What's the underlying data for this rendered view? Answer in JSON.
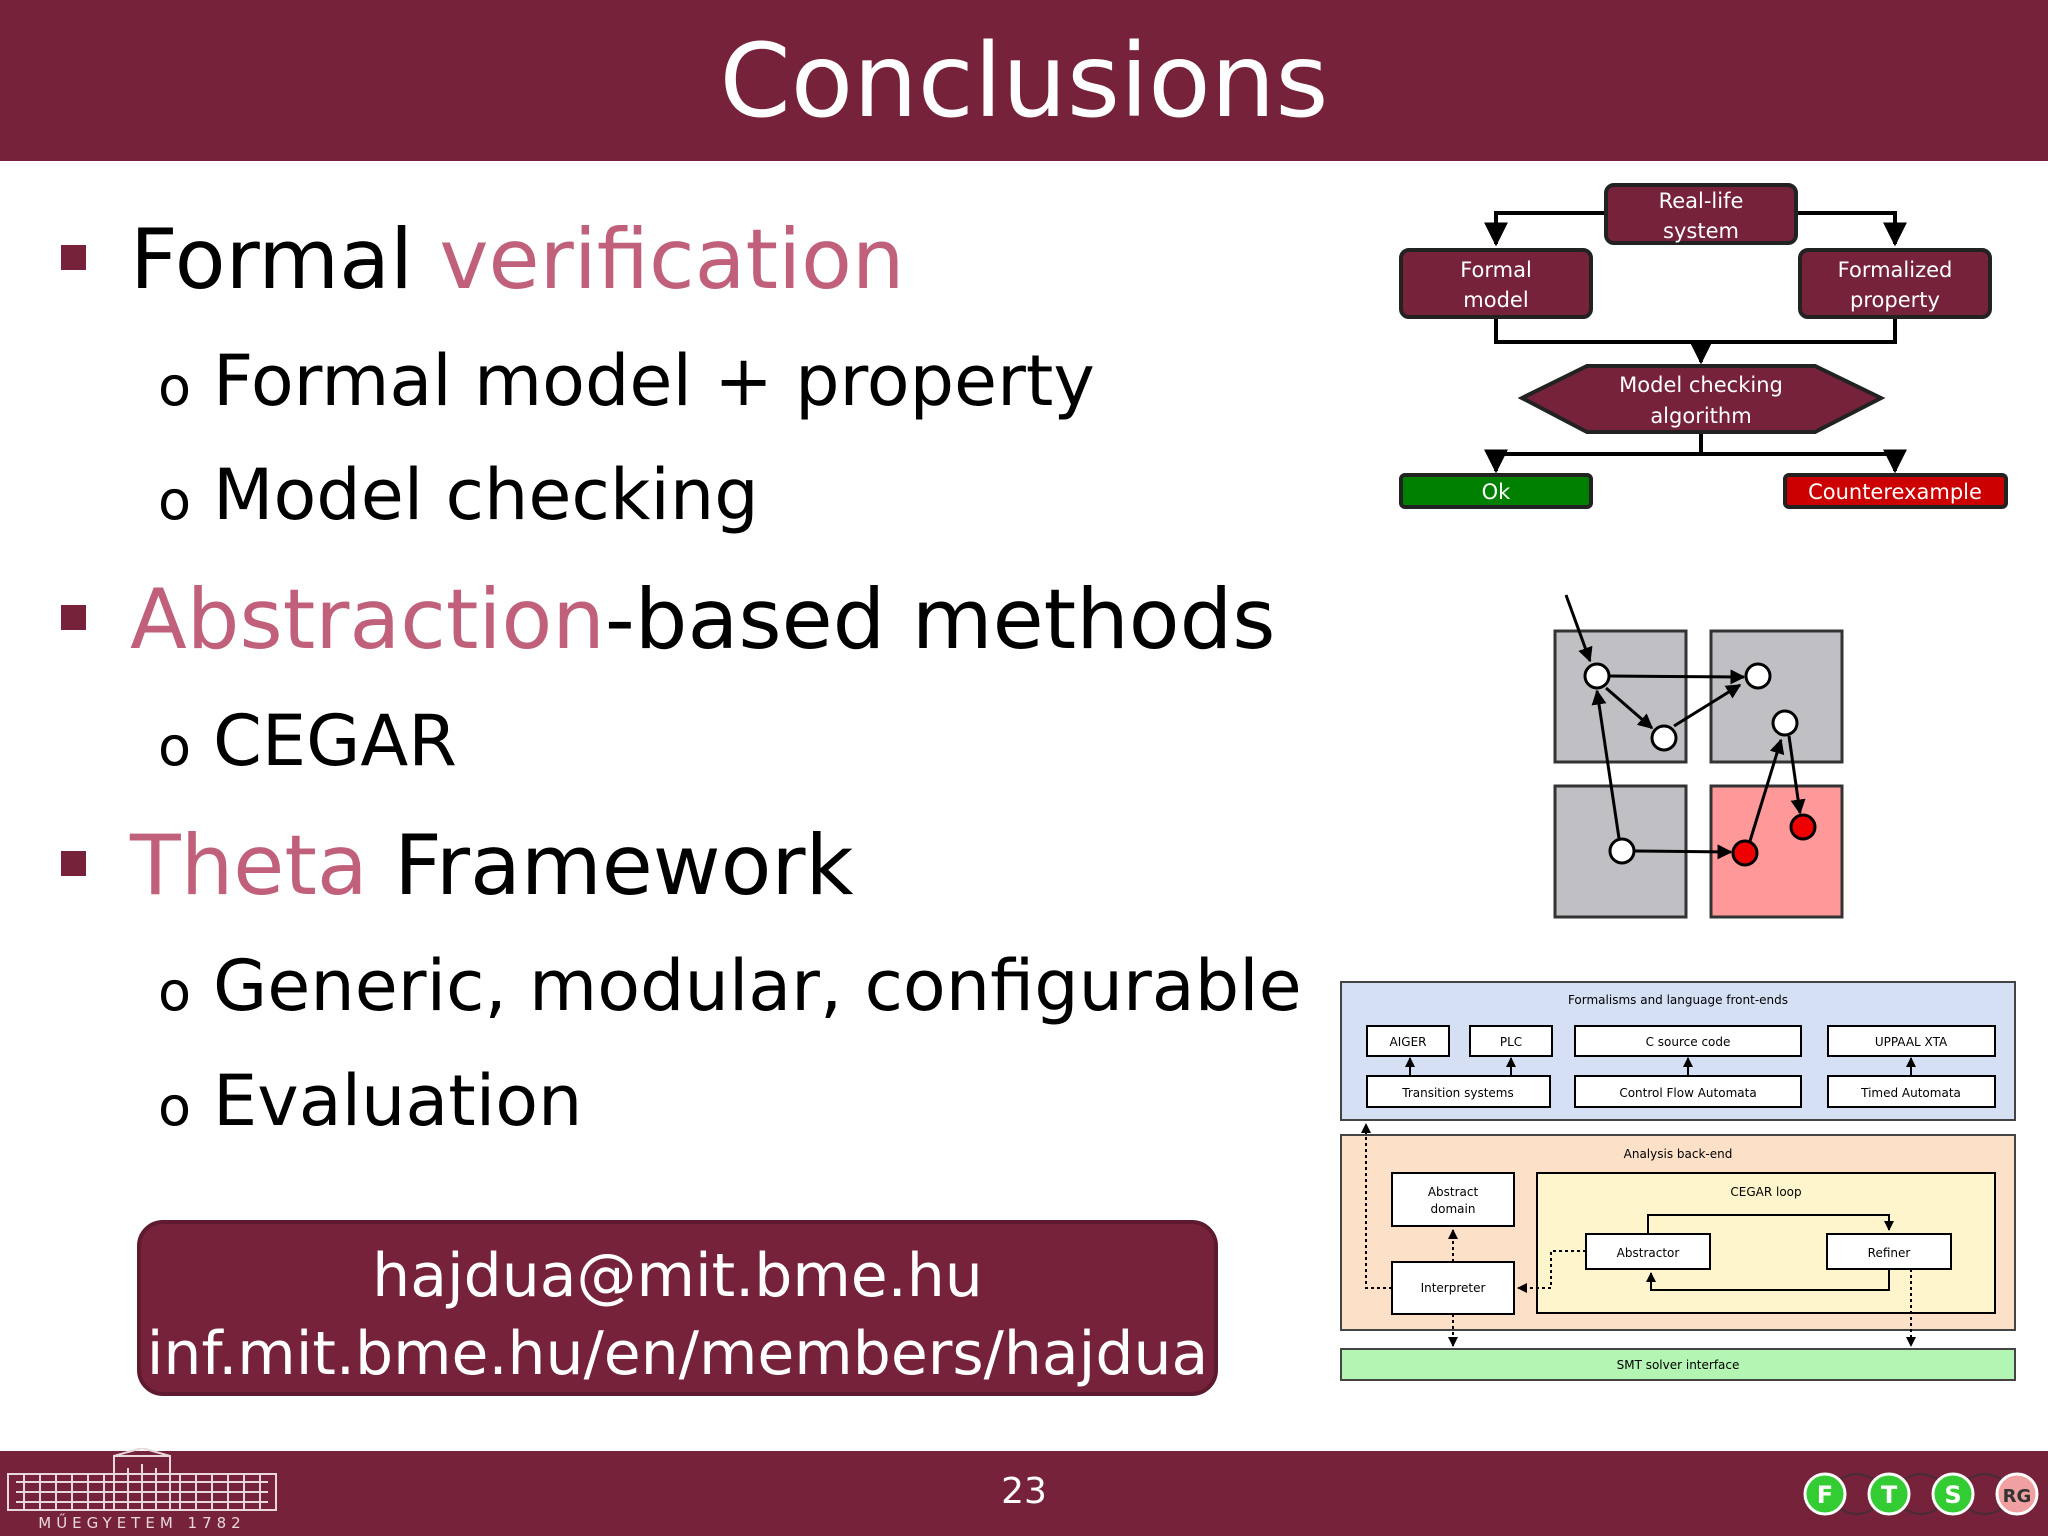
{
  "slide": {
    "title": "Conclusions",
    "page_number": "23"
  },
  "bullets": {
    "b1": {
      "pre": "Formal ",
      "accent": "verification",
      "post": ""
    },
    "b1_sub1": "Formal model + property",
    "b1_sub2": "Model checking",
    "b2": {
      "pre": "",
      "accent": "Abstraction",
      "post": "-based methods"
    },
    "b2_sub1": "CEGAR",
    "b3": {
      "pre": "",
      "accent": "Theta",
      "post": " Framework"
    },
    "b3_sub1": "Generic, modular, configurable",
    "b3_sub2": "Evaluation",
    "sub_marker": "o"
  },
  "contact": {
    "email": "hajdua@mit.bme.hu",
    "url": "inf.mit.bme.hu/en/members/hajdua"
  },
  "flowchart": {
    "real_life_1": "Real-life",
    "real_life_2": "system",
    "formal_model_1": "Formal",
    "formal_model_2": "model",
    "formalized_1": "Formalized",
    "formalized_2": "property",
    "mc_1": "Model checking",
    "mc_2": "algorithm",
    "ok": "Ok",
    "counterexample": "Counterexample",
    "colors": {
      "box": "#76223a",
      "ok": "#008000",
      "cex": "#cc0000"
    }
  },
  "abstraction_diagram": {
    "colors": {
      "block": "#c0c0c4",
      "error_block": "#ff9999",
      "error_node": "#ee0000"
    }
  },
  "architecture": {
    "frontends_title": "Formalisms and language front-ends",
    "aiger": "AIGER",
    "plc": "PLC",
    "c_source": "C source code",
    "uppaal": "UPPAAL XTA",
    "transition_systems": "Transition systems",
    "cfa": "Control Flow Automata",
    "timed_automata": "Timed Automata",
    "backend_title": "Analysis back-end",
    "abstract_domain_1": "Abstract",
    "abstract_domain_2": "domain",
    "interpreter": "Interpreter",
    "cegar_loop": "CEGAR loop",
    "abstractor": "Abstractor",
    "refiner": "Refiner",
    "smt": "SMT solver interface",
    "colors": {
      "frontend": "#d6e0f5",
      "backend": "#fce0c8",
      "cegar": "#fff5cc",
      "smt": "#b3f5b3"
    }
  },
  "footer": {
    "logo_text": "MŰEGYETEM 1782",
    "ftsrg": [
      "F",
      "T",
      "S",
      "RG"
    ]
  }
}
